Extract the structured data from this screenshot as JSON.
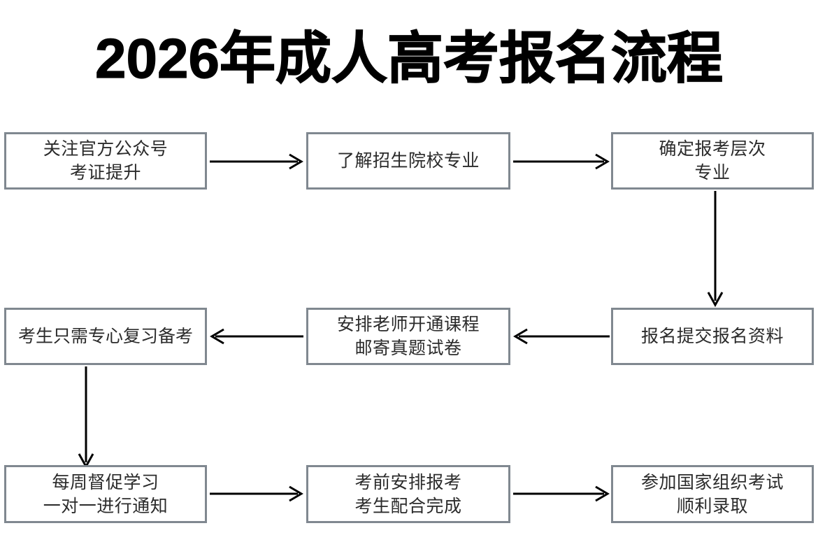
{
  "page": {
    "title": "2026年成人高考报名流程",
    "background_color": "#ffffff",
    "box_border_color": "#808890",
    "box_fill_color": "#ffffff",
    "text_color": "#2b2b2b",
    "arrow_color": "#000000"
  },
  "flow": {
    "nodes": [
      {
        "id": "n1",
        "row": 1,
        "col": 1,
        "line1": "关注官方公众号",
        "line2": "考证提升"
      },
      {
        "id": "n2",
        "row": 1,
        "col": 2,
        "line1": "了解招生院校专业",
        "line2": ""
      },
      {
        "id": "n3",
        "row": 1,
        "col": 3,
        "line1": "确定报考层次",
        "line2": "专业"
      },
      {
        "id": "n4",
        "row": 2,
        "col": 1,
        "line1": "考生只需专心复习备考",
        "line2": ""
      },
      {
        "id": "n5",
        "row": 2,
        "col": 2,
        "line1": "安排老师开通课程",
        "line2": "邮寄真题试卷"
      },
      {
        "id": "n6",
        "row": 2,
        "col": 3,
        "line1": "报名提交报名资料",
        "line2": ""
      },
      {
        "id": "n7",
        "row": 3,
        "col": 1,
        "line1": "每周督促学习",
        "line2": "一对一进行通知"
      },
      {
        "id": "n8",
        "row": 3,
        "col": 2,
        "line1": "考前安排报考",
        "line2": "考生配合完成"
      },
      {
        "id": "n9",
        "row": 3,
        "col": 3,
        "line1": "参加国家组织考试",
        "line2": "顺利录取"
      }
    ],
    "connectors": [
      {
        "id": "a1",
        "from": "n1",
        "to": "n2",
        "direction": "right"
      },
      {
        "id": "a2",
        "from": "n2",
        "to": "n3",
        "direction": "right"
      },
      {
        "id": "a3",
        "from": "n3",
        "to": "n6",
        "direction": "down"
      },
      {
        "id": "a4",
        "from": "n6",
        "to": "n5",
        "direction": "left"
      },
      {
        "id": "a5",
        "from": "n5",
        "to": "n4",
        "direction": "left"
      },
      {
        "id": "a6",
        "from": "n4",
        "to": "n7",
        "direction": "down"
      },
      {
        "id": "a7",
        "from": "n7",
        "to": "n8",
        "direction": "right"
      },
      {
        "id": "a8",
        "from": "n8",
        "to": "n9",
        "direction": "right"
      }
    ]
  }
}
